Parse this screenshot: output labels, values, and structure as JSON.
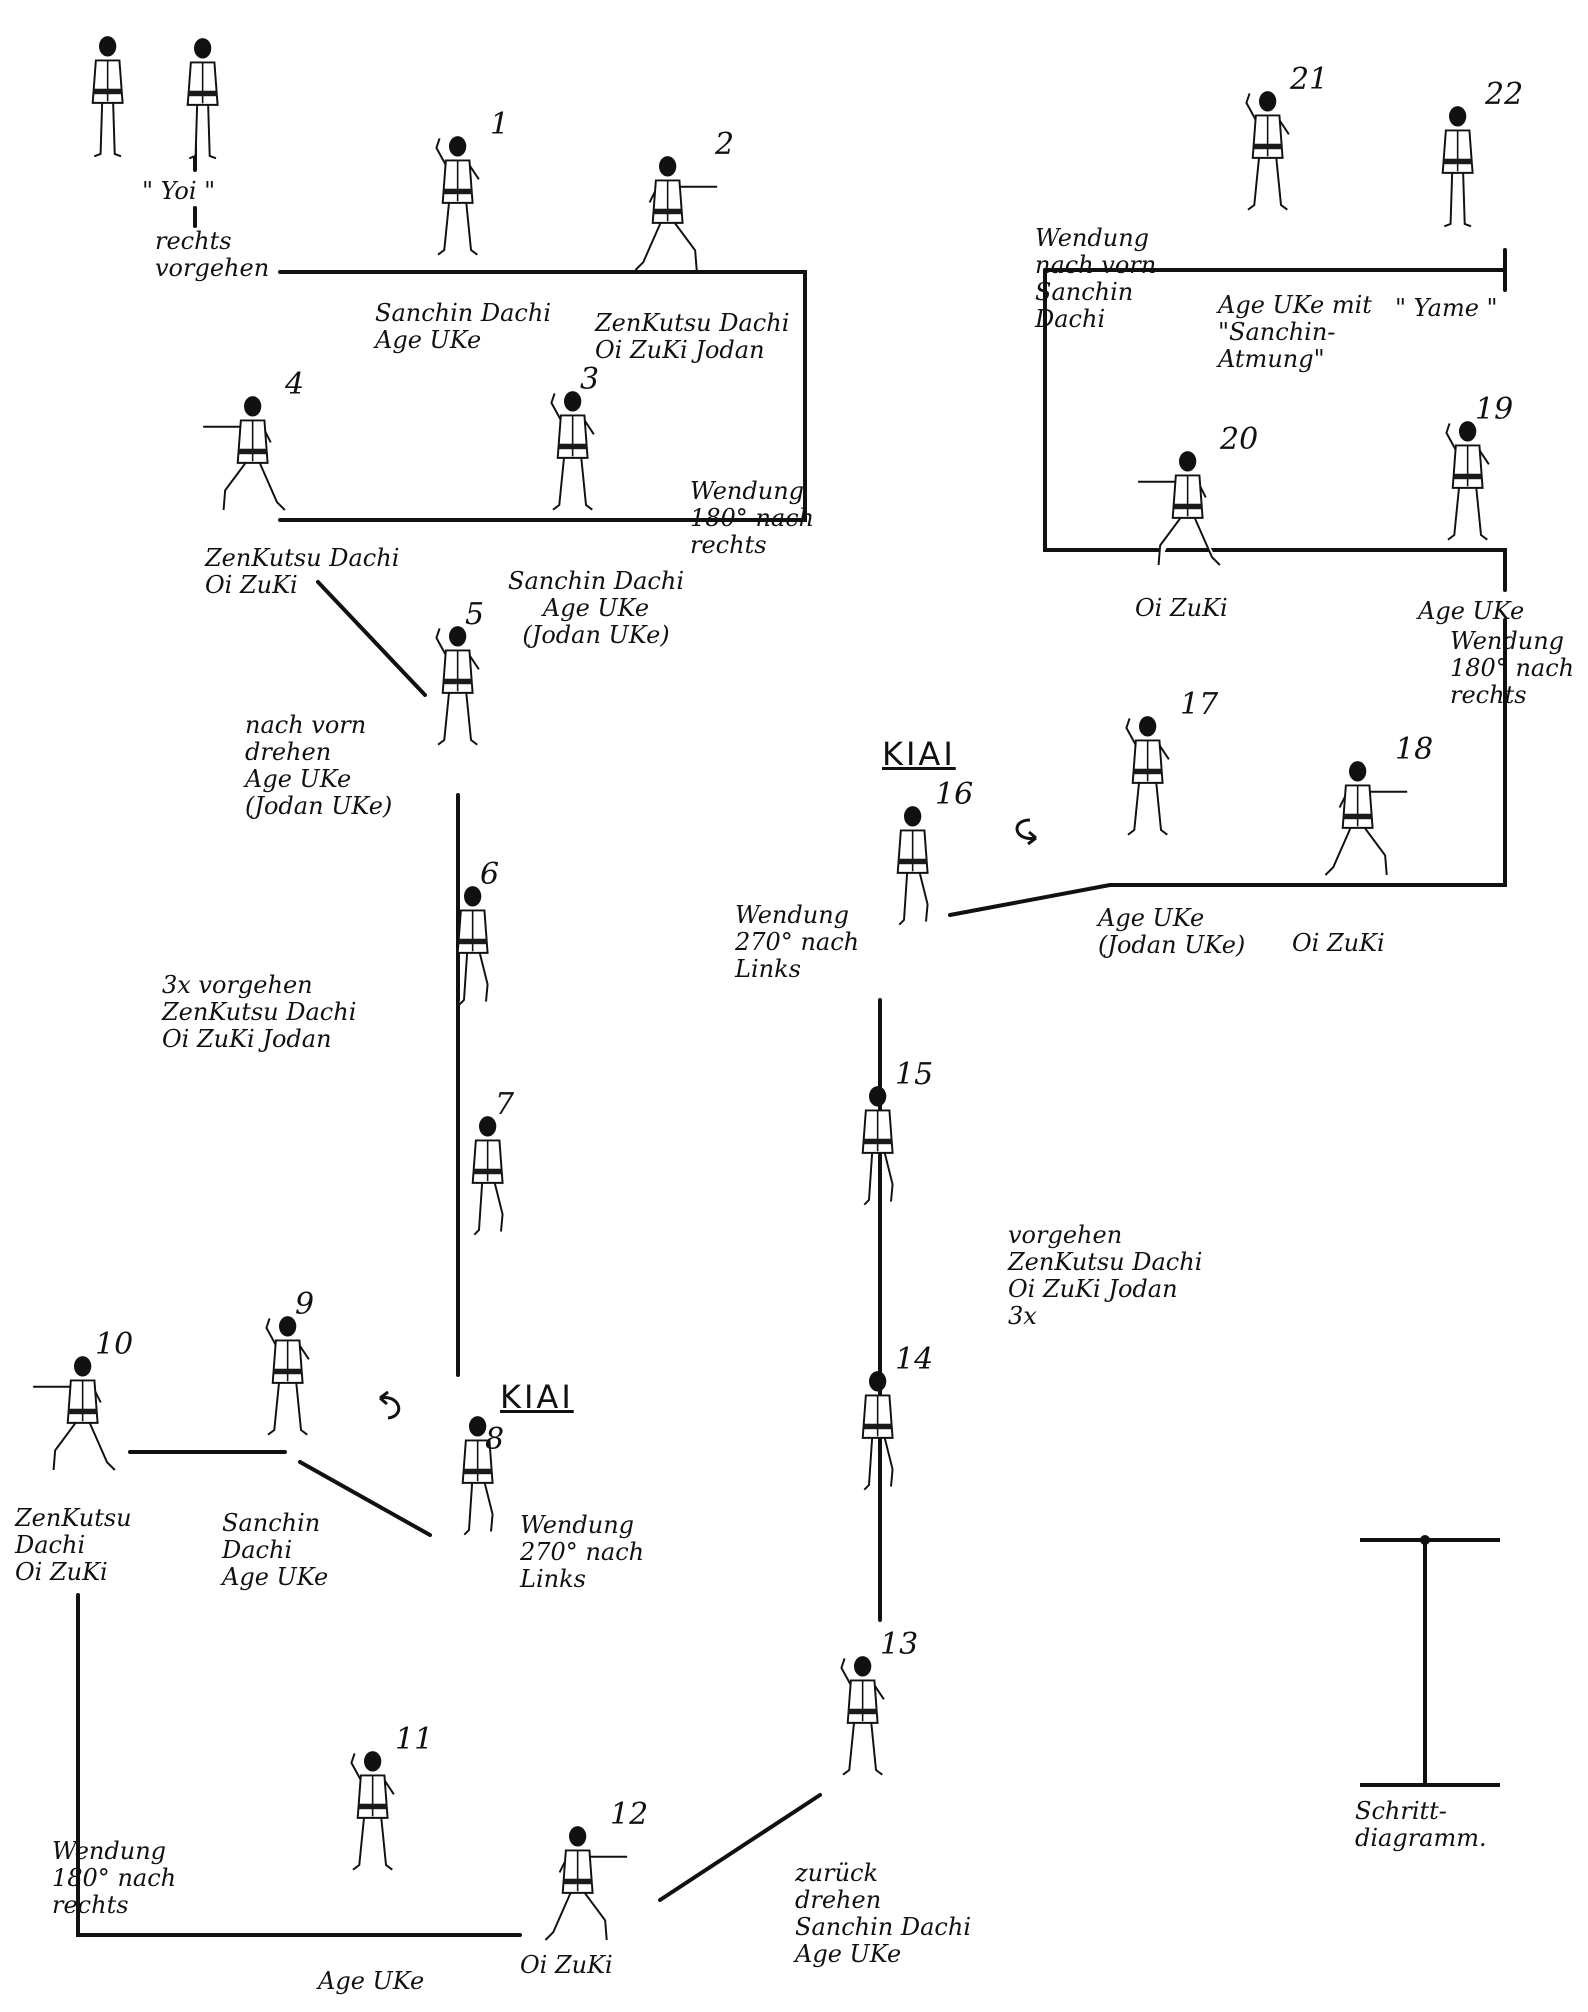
{
  "figures": [
    {
      "id": "start-a",
      "num": "",
      "pose": "stand"
    },
    {
      "id": "start-b",
      "num": "",
      "pose": "stand"
    },
    {
      "id": "f1",
      "num": "1",
      "pose": "age"
    },
    {
      "id": "f2",
      "num": "2",
      "pose": "punch-right"
    },
    {
      "id": "f3",
      "num": "3",
      "pose": "age"
    },
    {
      "id": "f4",
      "num": "4",
      "pose": "punch-left"
    },
    {
      "id": "f5",
      "num": "5",
      "pose": "age"
    },
    {
      "id": "f6",
      "num": "6",
      "pose": "step"
    },
    {
      "id": "f7",
      "num": "7",
      "pose": "step"
    },
    {
      "id": "f8",
      "num": "8",
      "pose": "step"
    },
    {
      "id": "f9",
      "num": "9",
      "pose": "age"
    },
    {
      "id": "f10",
      "num": "10",
      "pose": "punch-left"
    },
    {
      "id": "f11",
      "num": "11",
      "pose": "age"
    },
    {
      "id": "f12",
      "num": "12",
      "pose": "punch-right"
    },
    {
      "id": "f13",
      "num": "13",
      "pose": "age"
    },
    {
      "id": "f14",
      "num": "14",
      "pose": "step"
    },
    {
      "id": "f15",
      "num": "15",
      "pose": "step"
    },
    {
      "id": "f16",
      "num": "16",
      "pose": "step"
    },
    {
      "id": "f17",
      "num": "17",
      "pose": "age"
    },
    {
      "id": "f18",
      "num": "18",
      "pose": "punch-right"
    },
    {
      "id": "f19",
      "num": "19",
      "pose": "age"
    },
    {
      "id": "f20",
      "num": "20",
      "pose": "punch-left"
    },
    {
      "id": "f21",
      "num": "21",
      "pose": "age"
    },
    {
      "id": "f22",
      "num": "22",
      "pose": "stand"
    }
  ],
  "labels": {
    "yoi": "\" Yoi \"",
    "rechts_vorgehen": "rechts\nvorgehen",
    "l1": "Sanchin Dachi\nAge UKe",
    "l2": "ZenKutsu Dachi\nOi ZuKi Jodan",
    "l3": "Sanchin Dachi\nAge UKe\n(Jodan UKe)",
    "l4": "ZenKutsu Dachi\nOi ZuKi",
    "wendung_180_3": "Wendung\n180° nach\nrechts",
    "l5": "nach vorn\ndrehen\nAge UKe\n(Jodan UKe)",
    "l6": "3x vorgehen\nZenKutsu Dachi\nOi ZuKi Jodan",
    "l8": "Wendung\n270° nach\nLinks",
    "l9": "Sanchin\nDachi\nAge UKe",
    "l10": "ZenKutsu\nDachi\nOi ZuKi",
    "wendung_180_10": "Wendung\n180° nach\nrechts",
    "l11": "Age UKe",
    "l12": "Oi ZuKi",
    "l13": "zurück\ndrehen\nSanchin Dachi\nAge UKe",
    "l14": "vorgehen\nZenKutsu Dachi\nOi ZuKi Jodan\n3x",
    "l16": "Wendung\n270° nach\nLinks",
    "l17": "Age UKe\n(Jodan UKe)",
    "l18": "Oi ZuKi",
    "l19": "Age UKe",
    "wendung_180_19": "Wendung\n180° nach\nrechts",
    "l20": "Oi ZuKi",
    "wendung_vorn": "Wendung\nnach vorn\nSanchin\nDachi",
    "l21": "Age UKe mit\n\"Sanchin-\nAtmung\"",
    "l22": "\" Yame \"",
    "kiai_8": "KIAI",
    "kiai_16": "KIAI",
    "schritt": "Schritt-\ndiagramm."
  },
  "colors": {
    "ink": "#111111",
    "paper": "#ffffff",
    "belt": "#1a1a1a"
  }
}
